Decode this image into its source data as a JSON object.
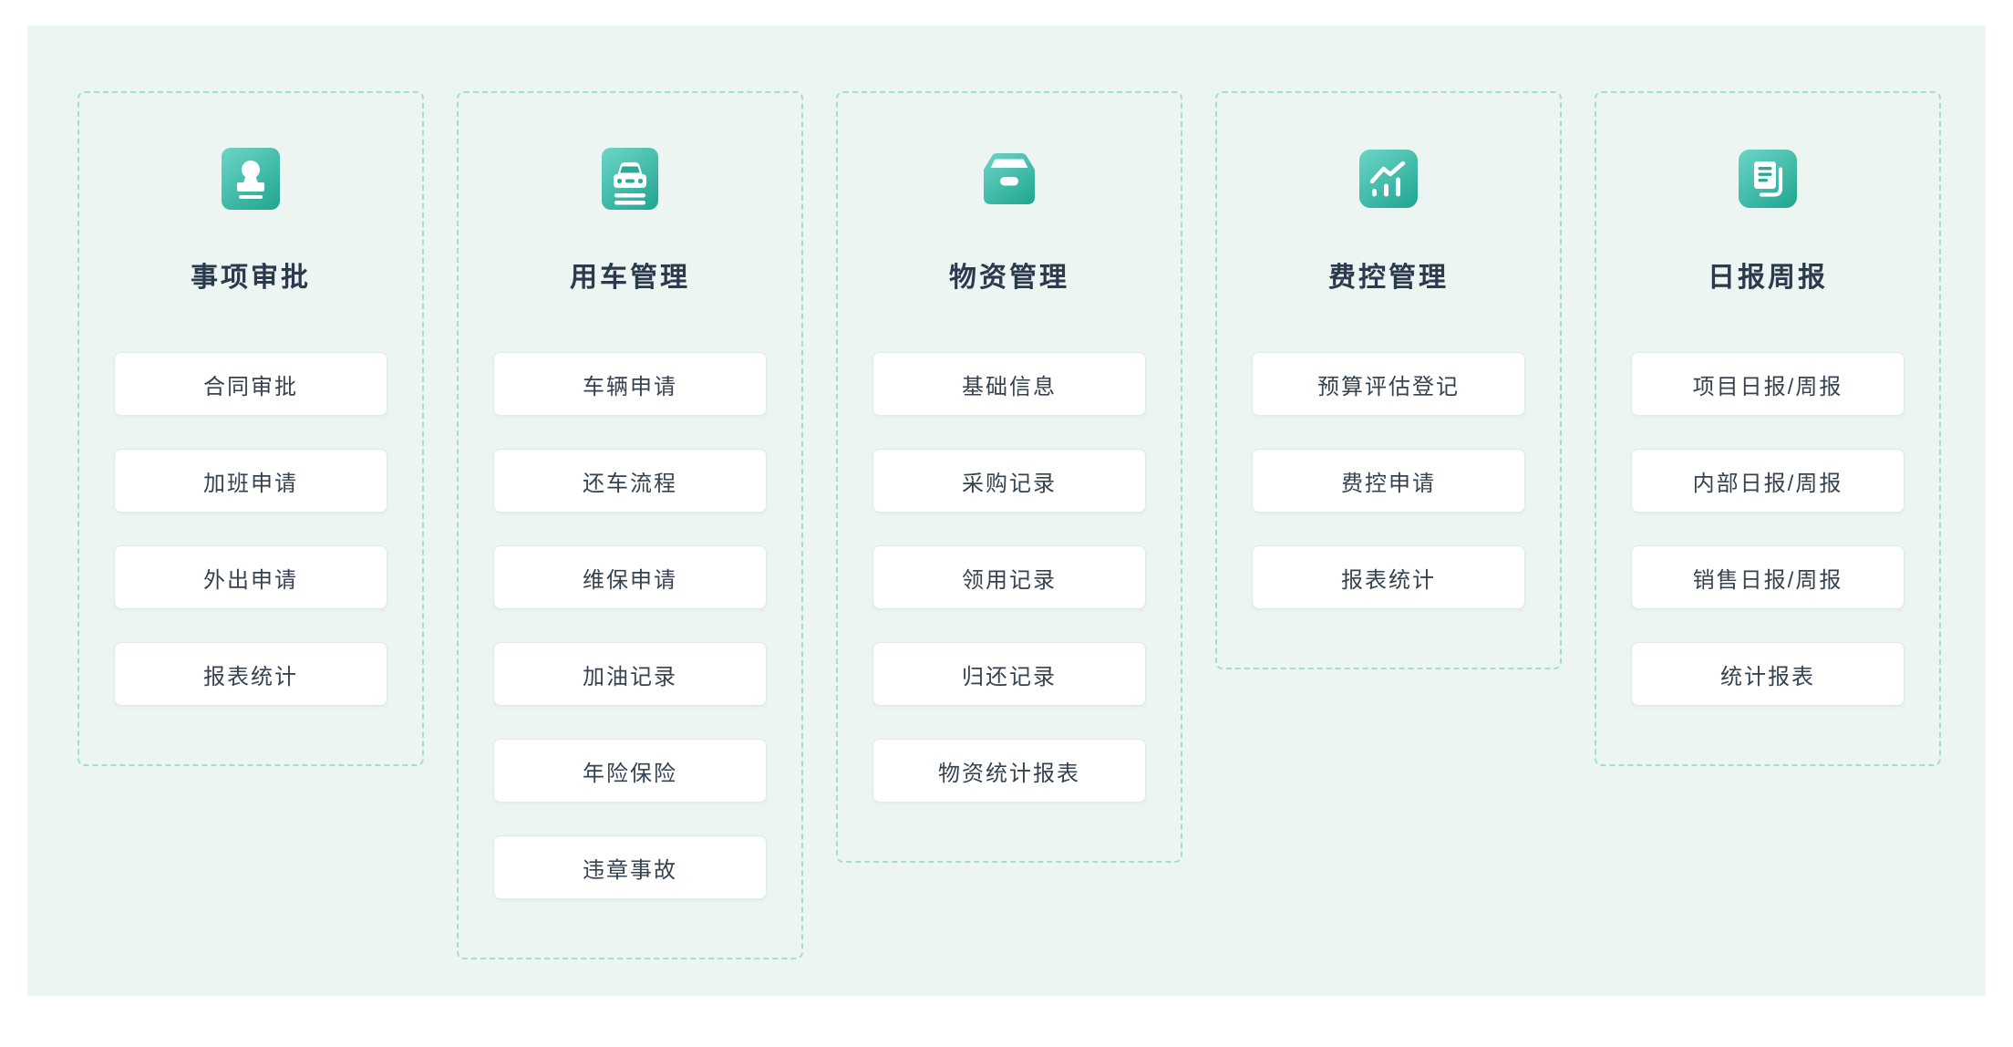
{
  "page": {
    "background": "#ffffff",
    "canvas_background": "#ecf5f2"
  },
  "theme": {
    "accent_gradient_start": "#68d2c3",
    "accent_gradient_end": "#24a893",
    "dashed_border_color": "#a3ded5",
    "card_border_color": "#dfeae7",
    "title_color": "#2b3a4d",
    "item_text_color": "#36424f"
  },
  "sections": [
    {
      "title": "事项审批",
      "icon": "stamp-icon",
      "items": [
        "合同审批",
        "加班申请",
        "外出申请",
        "报表统计"
      ]
    },
    {
      "title": "用车管理",
      "icon": "car-icon",
      "items": [
        "车辆申请",
        "还车流程",
        "维保申请",
        "加油记录",
        "年险保险",
        "违章事故"
      ]
    },
    {
      "title": "物资管理",
      "icon": "storage-box-icon",
      "items": [
        "基础信息",
        "采购记录",
        "领用记录",
        "归还记录",
        "物资统计报表"
      ]
    },
    {
      "title": "费控管理",
      "icon": "chart-icon",
      "items": [
        "预算评估登记",
        "费控申请",
        "报表统计"
      ]
    },
    {
      "title": "日报周报",
      "icon": "report-icon",
      "items": [
        "项目日报/周报",
        "内部日报/周报",
        "销售日报/周报",
        "统计报表"
      ]
    }
  ]
}
